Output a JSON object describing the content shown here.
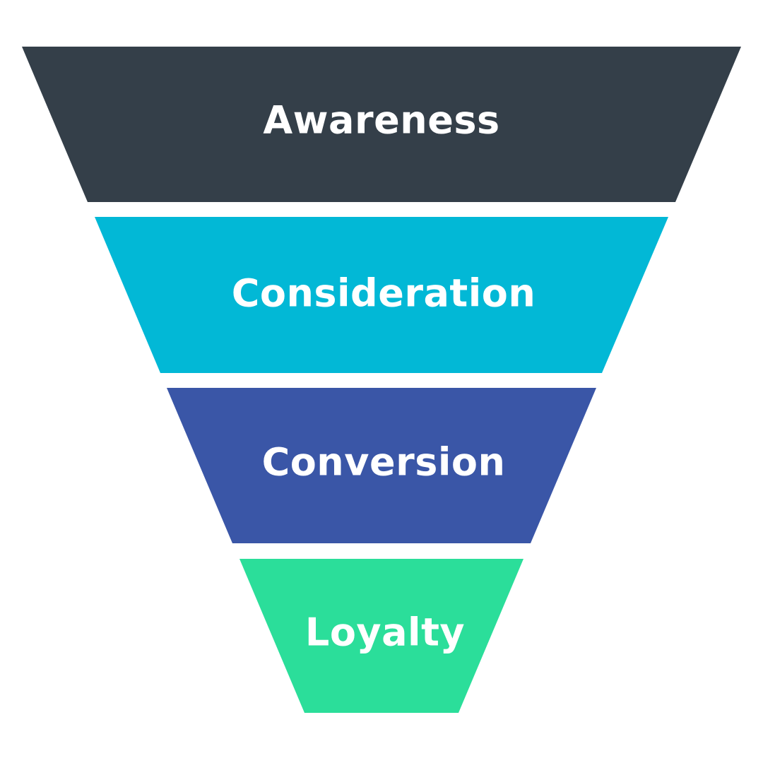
{
  "funnel": {
    "stages": [
      {
        "label": "Awareness",
        "color": "#343f49"
      },
      {
        "label": "Consideration",
        "color": "#02b8d6"
      },
      {
        "label": "Conversion",
        "color": "#3a56a7"
      },
      {
        "label": "Loyalty",
        "color": "#2bde9a"
      }
    ]
  }
}
